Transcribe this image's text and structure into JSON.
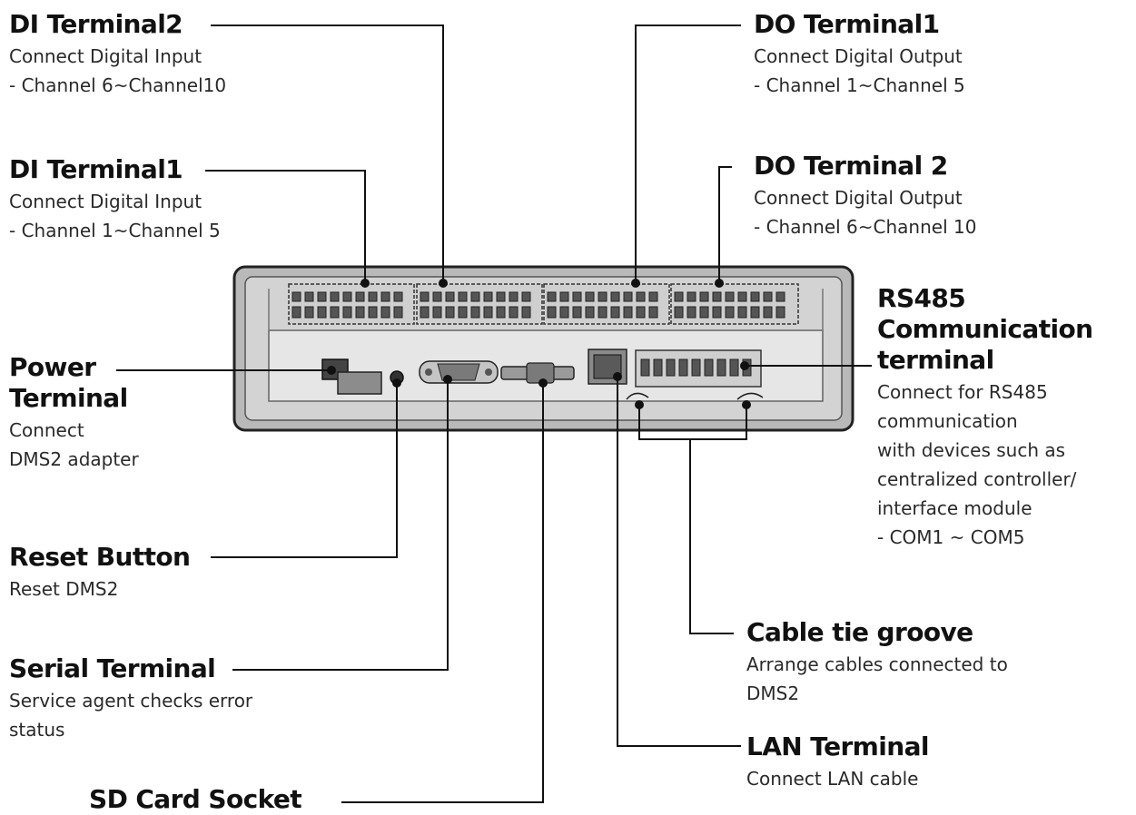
{
  "labels": {
    "di_terminal2": {
      "title": "DI Terminal2",
      "desc": [
        "Connect Digital Input",
        "- Channel 6~Channel10"
      ]
    },
    "di_terminal1": {
      "title": "DI Terminal1",
      "desc": [
        "Connect Digital Input",
        "- Channel 1~Channel 5"
      ]
    },
    "do_terminal1": {
      "title": "DO Terminal1",
      "desc": [
        "Connect Digital Output",
        "- Channel 1~Channel 5"
      ]
    },
    "do_terminal2": {
      "title": "DO Terminal 2",
      "desc": [
        "Connect Digital Output",
        "- Channel 6~Channel 10"
      ]
    },
    "power_terminal": {
      "title": [
        "Power",
        "Terminal"
      ],
      "desc": [
        "Connect",
        "DMS2 adapter"
      ]
    },
    "rs485_terminal": {
      "title": [
        "RS485",
        "Communication",
        "terminal"
      ],
      "desc": [
        "Connect for RS485",
        "communication",
        "with devices such as",
        "centralized controller/",
        "interface module",
        "- COM1 ~ COM5"
      ]
    },
    "reset_button": {
      "title": "Reset Button",
      "desc": [
        "Reset DMS2"
      ]
    },
    "serial_terminal": {
      "title": "Serial Terminal",
      "desc": [
        "Service agent checks error",
        "status"
      ]
    },
    "cable_tie_groove": {
      "title": "Cable tie groove",
      "desc": [
        "Arrange cables connected to",
        "DMS2"
      ]
    },
    "lan_terminal": {
      "title": "LAN Terminal",
      "desc": [
        "Connect LAN cable"
      ]
    },
    "sd_card_socket": {
      "title": "SD Card Socket"
    }
  }
}
